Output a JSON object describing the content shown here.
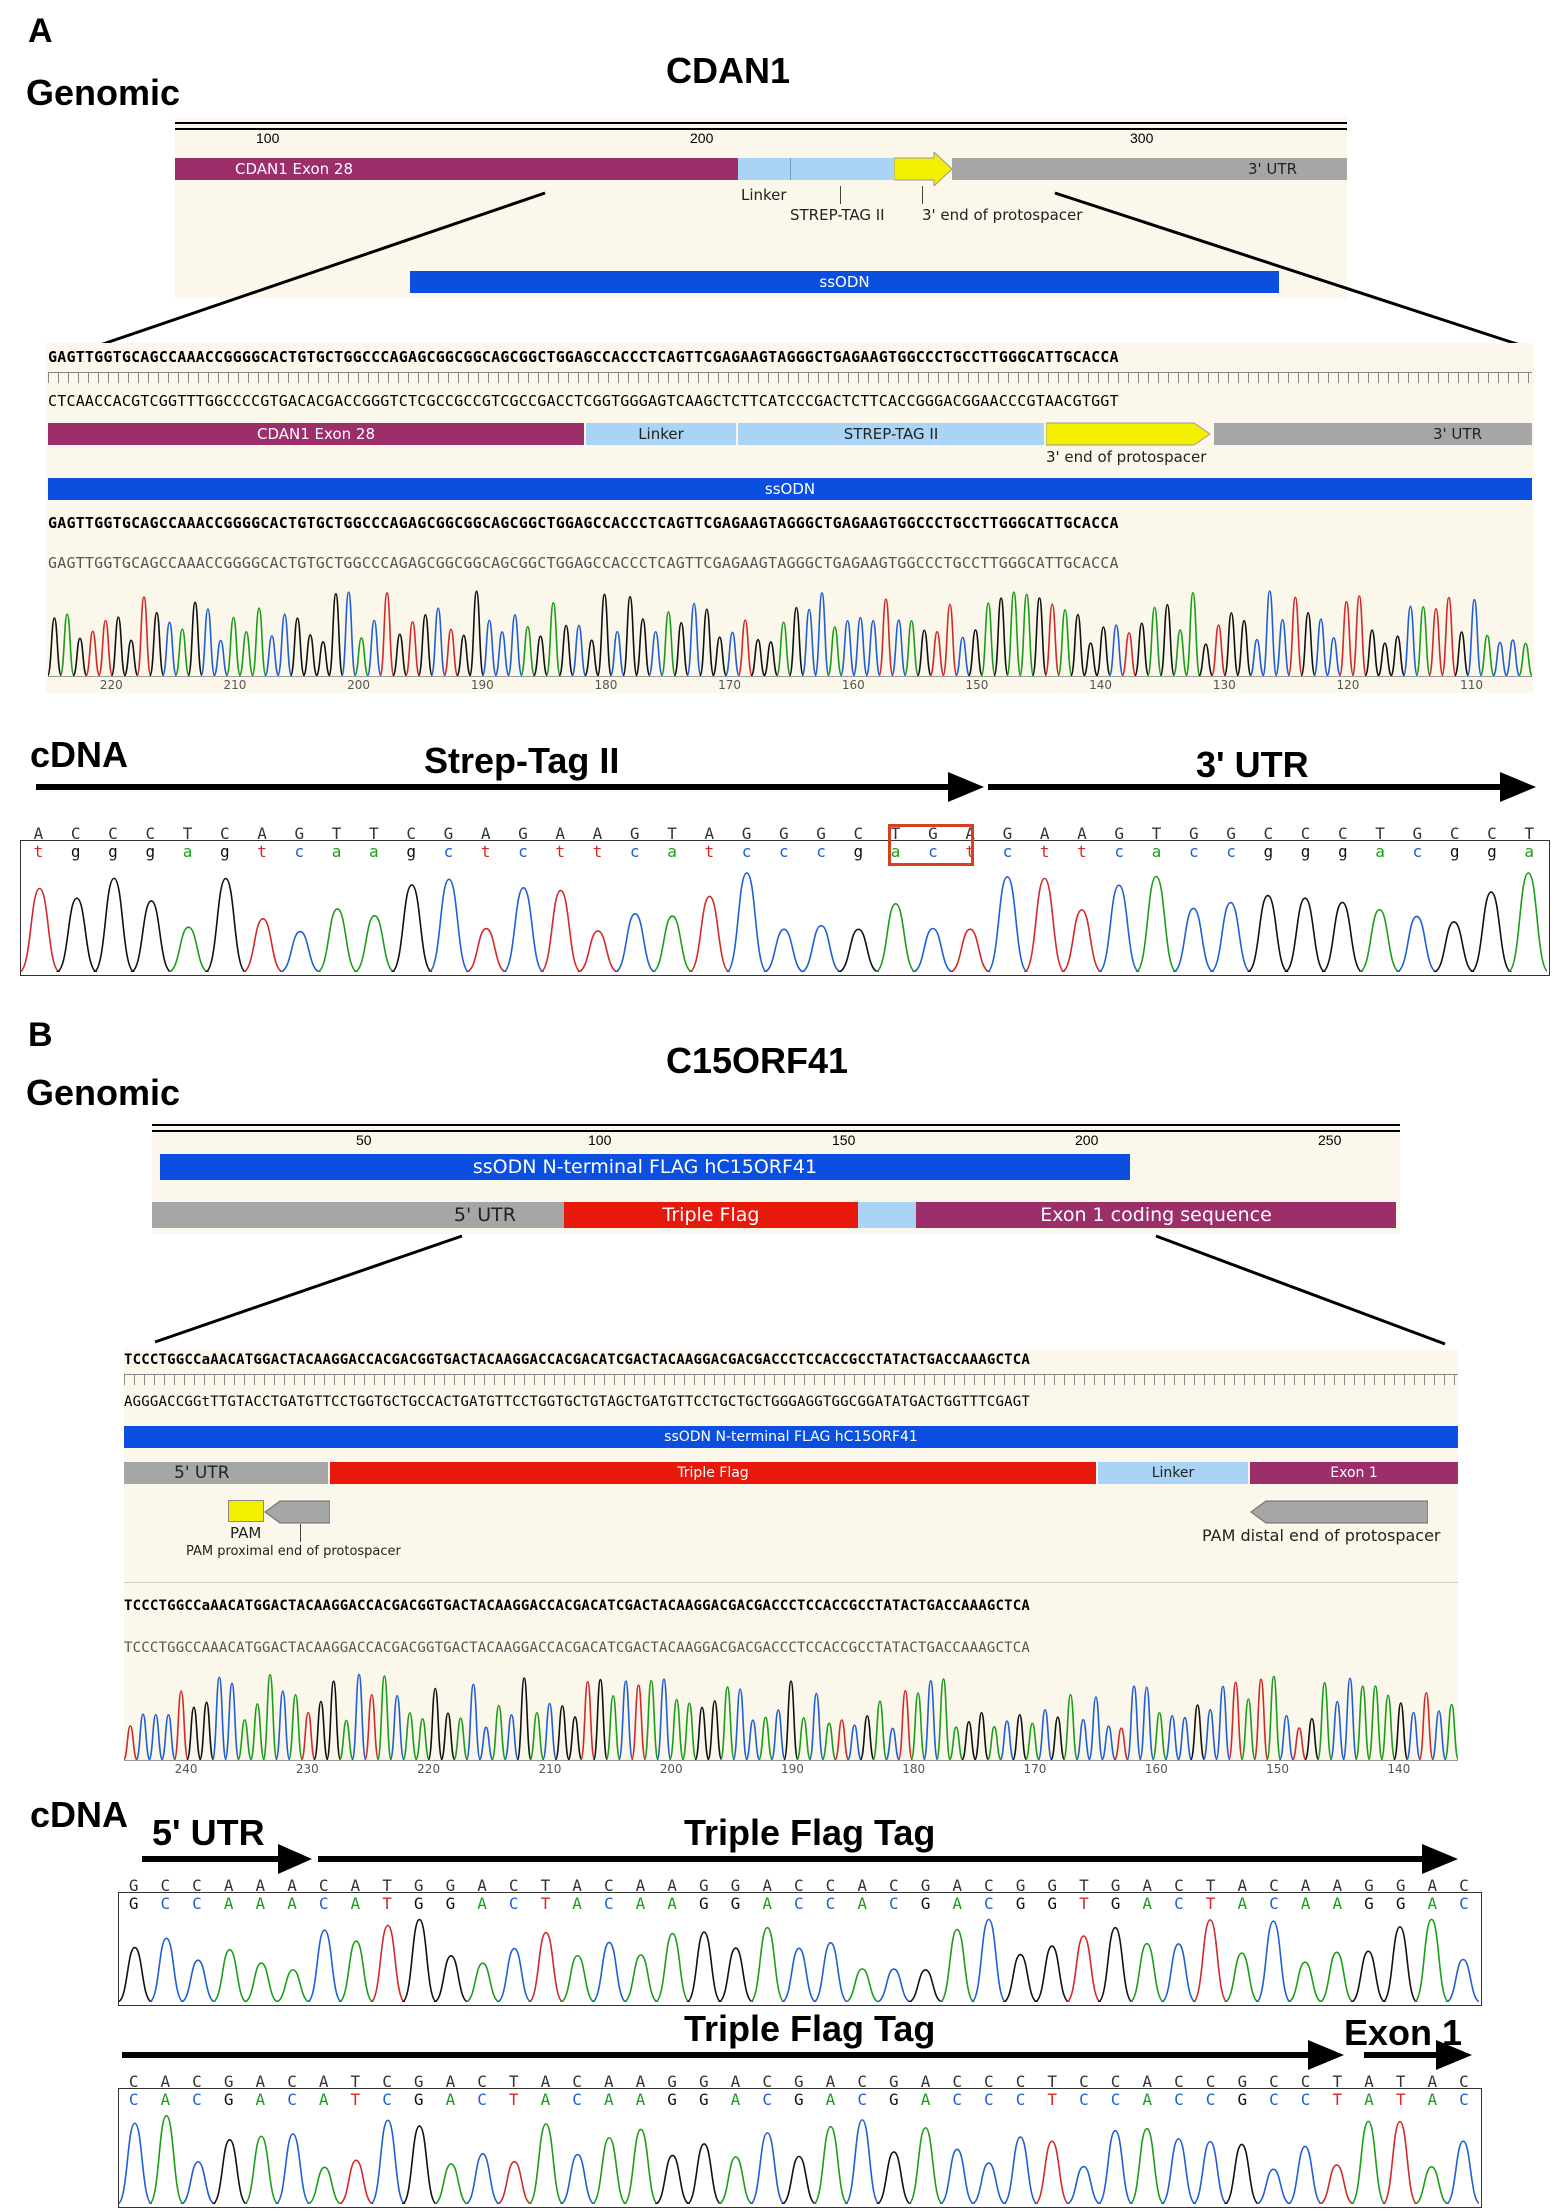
{
  "panel_a": {
    "letter": "A",
    "genomic_label": "Genomic",
    "gene": "CDAN1",
    "ruler_ticks": [
      "100",
      "200",
      "300"
    ],
    "features": {
      "exon": "CDAN1 Exon 28",
      "linker": "Linker",
      "strep": "STREP-TAG II",
      "protospacer": "3' end of protospacer",
      "utr": "3' UTR",
      "ssodn": "ssODN"
    },
    "seq_top": "GAGTTGGTGCAGCCAAACCGGGGCACTGTGCTGGCCCAGAGCGGCGGCAGCGGCTGGAGCCACCCTCAGTTCGAGAAGTAGGGCTGAGAAGTGGCCCTGCCTTGGGCATTGCACCA",
    "seq_comp": "CTCAACCACGTCGGTTTGGCCCCGTGACACGACCGGGTCTCGCCGCCGTCGCCGACCTCGGTGGGAGTCAAGCTCTTCATCCCGACTCTTCACCGGGACGGAACCCGTAACGTGGT",
    "seq_ref": "GAGTTGGTGCAGCCAAACCGGGGCACTGTGCTGGCCCAGAGCGGCGGCAGCGGCTGGAGCCACCCTCAGTTCGAGAAGTAGGGCTGAGAAGTGGCCCTGCCTTGGGCATTGCACCA",
    "seq_read": "GAGTTGGTGCAGCCAAACCGGGGCACTGTGCTGGCCCAGAGCGGCGGCAGCGGCTGGAGCCACCCTCAGTTCGAGAAGTAGGGCTGAGAAGTGGCCCTGCCTTGGGCATTGCACCA",
    "trace_axis": [
      "220",
      "210",
      "200",
      "190",
      "180",
      "170",
      "160",
      "150",
      "140",
      "130",
      "120",
      "110"
    ],
    "cdna_label": "cDNA",
    "arrow1": "Strep-Tag II",
    "arrow2": "3' UTR",
    "cdna_upper": "ACCCTCAGTTCGAGAAGTAGGGCTGAGAAGTGGCCCTGCCT",
    "cdna_lower": "tgggagtcaagctcttcatcccgactcttcaccgggacgga"
  },
  "panel_b": {
    "letter": "B",
    "genomic_label": "Genomic",
    "gene": "C15ORF41",
    "ruler_ticks": [
      "50",
      "100",
      "150",
      "200",
      "250"
    ],
    "features": {
      "ssodn": "ssODN N-terminal FLAG hC15ORF41",
      "utr5": "5' UTR",
      "triple_flag": "Triple Flag",
      "exon_coding": "Exon 1 coding sequence",
      "linker": "Linker",
      "exon1": "Exon 1",
      "pam": "PAM",
      "pam_proximal": "PAM proximal end of protospacer",
      "pam_distal": "PAM distal end of protospacer"
    },
    "seq_top": "TCCCTGGCCaAACATGGACTACAAGGACCACGACGGTGACTACAAGGACCACGACATCGACTACAAGGACGACGACCCTCCACCGCCTATACTGACCAAAGCTCA",
    "seq_comp": "AGGGACCGGtTTGTACCTGATGTTCCTGGTGCTGCCACTGATGTTCCTGGTGCTGTAGCTGATGTTCCTGCTGCTGGGAGGTGGCGGATATGACTGGTTTCGAGT",
    "seq_ref": "TCCCTGGCCaAACATGGACTACAAGGACCACGACGGTGACTACAAGGACCACGACATCGACTACAAGGACGACGACCCTCCACCGCCTATACTGACCAAAGCTCA",
    "seq_read": "TCCCTGGCCAAACATGGACTACAAGGACCACGACGGTGACTACAAGGACCACGACATCGACTACAAGGACGACGACCCTCCACCGCCTATACTGACCAAAGCTCA",
    "trace_axis": [
      "240",
      "230",
      "220",
      "210",
      "200",
      "190",
      "180",
      "170",
      "160",
      "150",
      "140"
    ],
    "cdna_label": "cDNA",
    "row1_arrow1": "5' UTR",
    "row1_arrow2": "Triple Flag Tag",
    "row1_bases": "GCCAAACATGGACTACAAGGACCACGACGGTGACTACAAGGAC",
    "row2_arrow1": "Triple Flag Tag",
    "row2_arrow2": "Exon 1",
    "row2_bases": "CACGACATCGACTACAAGGACGACGACCCTCCACCGCCTATAC"
  },
  "colors": {
    "exon": "#9c2e6a",
    "linker": "#a9d4f5",
    "strep": "#a9d4f5",
    "protospacer": "#f4ee00",
    "utr": "#a6a6a6",
    "ssodn": "#0b4fe0",
    "triple_flag": "#e8180c",
    "A": "#1a9e1a",
    "C": "#1f5fd6",
    "G": "#111111",
    "T": "#d22a2a",
    "highlight_box": "#d6401f"
  }
}
